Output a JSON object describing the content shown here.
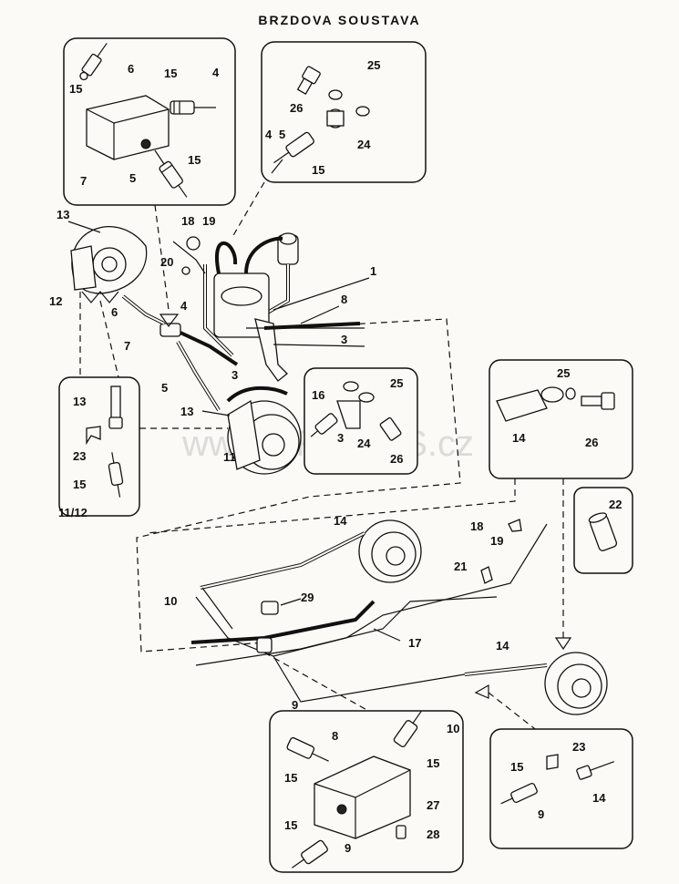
{
  "title": "BRZDOVA SOUSTAVA",
  "watermark": "www.DRAGOS.cz",
  "labels": {
    "l1": "15",
    "l2": "6",
    "l3": "15",
    "l4": "4",
    "l5": "7",
    "l6": "5",
    "l7": "15",
    "l8": "25",
    "l9": "26",
    "l10": "4",
    "l11": "5",
    "l12": "24",
    "l13": "15",
    "l14": "13",
    "l15": "18",
    "l16": "19",
    "l17": "20",
    "l18": "12",
    "l19": "6",
    "l20": "4",
    "l21": "7",
    "l22": "1",
    "l23": "8",
    "l24": "3",
    "l25": "5",
    "l26": "3",
    "l27": "13",
    "l28": "23",
    "l29": "15",
    "l30": "11/12",
    "l31": "13",
    "l32": "11",
    "l33": "16",
    "l34": "25",
    "l35": "3",
    "l36": "24",
    "l37": "26",
    "l38": "25",
    "l39": "14",
    "l40": "26",
    "l41": "22",
    "l42": "14",
    "l43": "18",
    "l44": "19",
    "l45": "21",
    "l46": "10",
    "l47": "29",
    "l48": "17",
    "l49": "14",
    "l50": "9",
    "l51": "8",
    "l52": "10",
    "l53": "15",
    "l54": "15",
    "l55": "27",
    "l56": "28",
    "l57": "15",
    "l58": "9",
    "l59": "15",
    "l60": "23",
    "l61": "9",
    "l62": "14"
  }
}
